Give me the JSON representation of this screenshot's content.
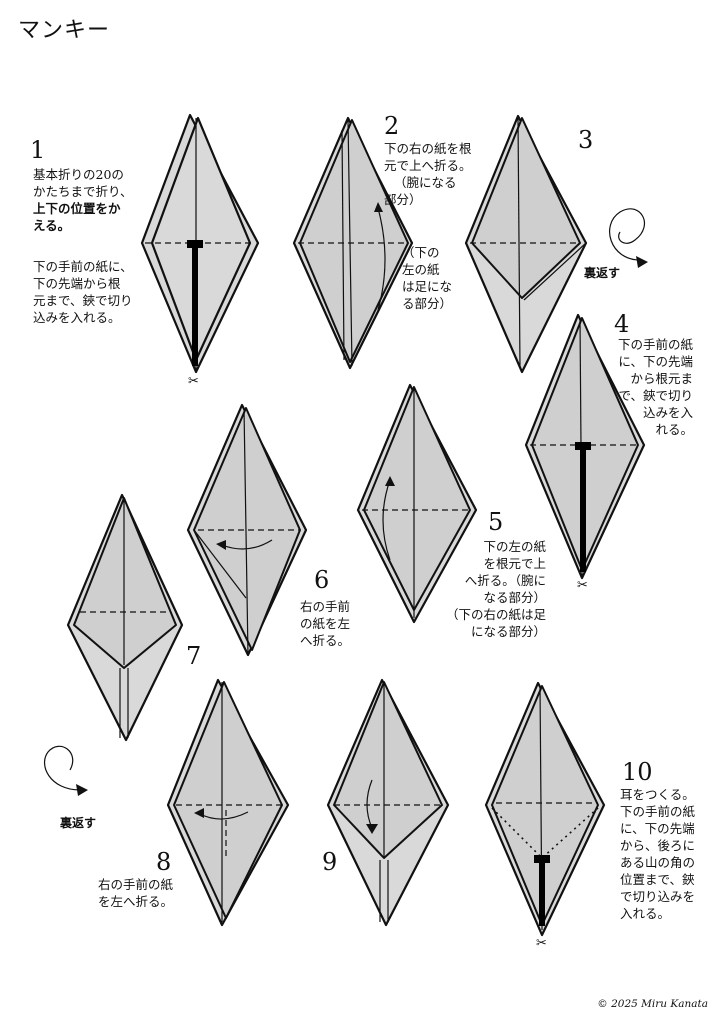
{
  "title": "マンキー",
  "steps": [
    {
      "num": "1",
      "lines": [
        "基本折りの20の",
        "かたちまで折り、"
      ],
      "bold": [
        "上下の位置をか",
        "える。"
      ],
      "lines2": [
        "下の手前の紙に、",
        "下の先端から根",
        "元まで、鋏で切り",
        "込みを入れる。"
      ]
    },
    {
      "num": "2",
      "lines": [
        "下の右の紙を根",
        "元で上へ折る。",
        "（腕になる",
        "部分）"
      ],
      "lines2": [
        "（下の",
        "左の紙",
        "は足にな",
        "る部分）"
      ]
    },
    {
      "num": "3"
    },
    {
      "num": "4",
      "lines": [
        "下の手前の紙",
        "に、下の先端",
        "から根元ま",
        "で、鋏で切り",
        "込みを入",
        "れる。"
      ]
    },
    {
      "num": "5",
      "lines": [
        "下の左の紙",
        "を根元で上",
        "へ折る。（腕に",
        "なる部分）",
        "（下の右の紙は足",
        "になる部分）"
      ]
    },
    {
      "num": "6",
      "lines": [
        "右の手前",
        "の紙を左",
        "へ折る。"
      ]
    },
    {
      "num": "7"
    },
    {
      "num": "8",
      "lines": [
        "右の手前の紙",
        "を左へ折る。"
      ]
    },
    {
      "num": "9"
    },
    {
      "num": "10",
      "lines": [
        "耳をつくる。",
        "下の手前の紙",
        "に、下の先端",
        "から、後ろに",
        "ある山の角の",
        "位置まで、鋏",
        "で切り込みを",
        "入れる。"
      ]
    }
  ],
  "flip_label": "裏返す",
  "scissors_icon": "✂",
  "copyright": "© 2025 Miru Kanata"
}
